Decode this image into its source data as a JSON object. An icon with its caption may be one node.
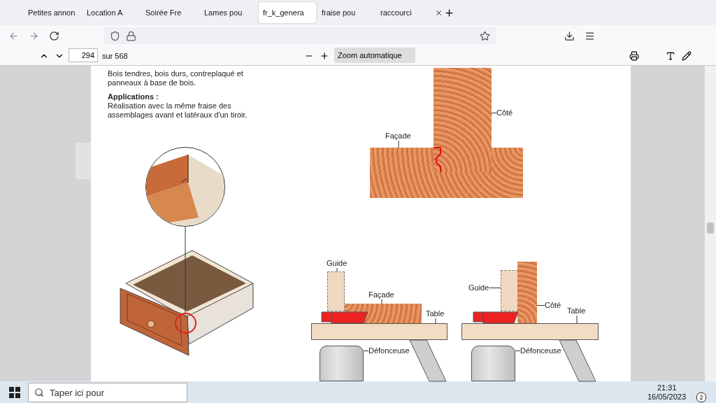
{
  "diagram": {
    "nodes": [
      {
        "text": [
          "Façade"
        ]
      },
      {
        "text": [
          "Côté"
        ]
      },
      {
        "text": [],
        "shape": "box"
      },
      {
        "text": [],
        "shape": "box"
      },
      {
        "text": [],
        "shape": "circle"
      },
      {
        "text": [],
        "shape": "circle"
      },
      {
        "text": [
          "Guide"
        ]
      },
      {
        "text": [],
        "shape": "box"
      },
      {
        "text": [
          "Façade"
        ]
      },
      {
        "text": [],
        "shape": "box"
      },
      {
        "text": [
          "Table"
        ]
      },
      {
        "text": [],
        "shape": "box"
      },
      {
        "text": [
          "Défonceuse"
        ]
      },
      {
        "text": [],
        "shape": "picture"
      },
      {
        "text": [
          "Guide"
        ]
      },
      {
        "text": [],
        "shape": "box"
      },
      {
        "text": [
          "Côté"
        ]
      },
      {
        "text": [],
        "shape": "box"
      },
      {
        "text": [
          "Table"
        ]
      },
      {
        "text": [],
        "shape": "box"
      },
      {
        "text": [
          "Défonceuse"
        ]
      },
      {
        "text": [],
        "shape": "picture"
      }
    ],
    "edges": [
      {
        "from": 0,
        "to": 2,
        "arrow": "none"
      },
      {
        "from": 1,
        "to": 3,
        "arrow": "none"
      },
      {
        "from": 4,
        "to": 5,
        "arrow": "none"
      },
      {
        "from": 6,
        "to": 7,
        "arrow": "none"
      },
      {
        "from": 8,
        "to": 9,
        "arrow": "none"
      },
      {
        "from": 10,
        "to": 11,
        "arrow": "none"
      },
      {
        "from": 12,
        "to": 13,
        "arrow": "none"
      },
      {
        "from": 14,
        "to": 15,
        "arrow": "none"
      },
      {
        "from": 16,
        "to": 17,
        "arrow": "none"
      },
      {
        "from": 18,
        "to": 19,
        "arrow": "none"
      },
      {
        "from": 20,
        "to": 21,
        "arrow": "none"
      }
    ],
    "labels": [
      "Petites annon",
      "Location A",
      "Soirée Fre",
      "Lames pou",
      "fr_k_genera",
      "fraise pou",
      "raccourci",
      "294",
      "sur 568",
      "Zoom automatique",
      "Bois tendres, bois durs, contreplaqué et panneaux à base de bois.",
      "Applications :",
      "Réalisation avec la même fraise des assemblages avant et latéraux d'un tiroir.",
      "Taper ici pour",
      "21:31",
      "16/05/2023",
      "2"
    ]
  }
}
